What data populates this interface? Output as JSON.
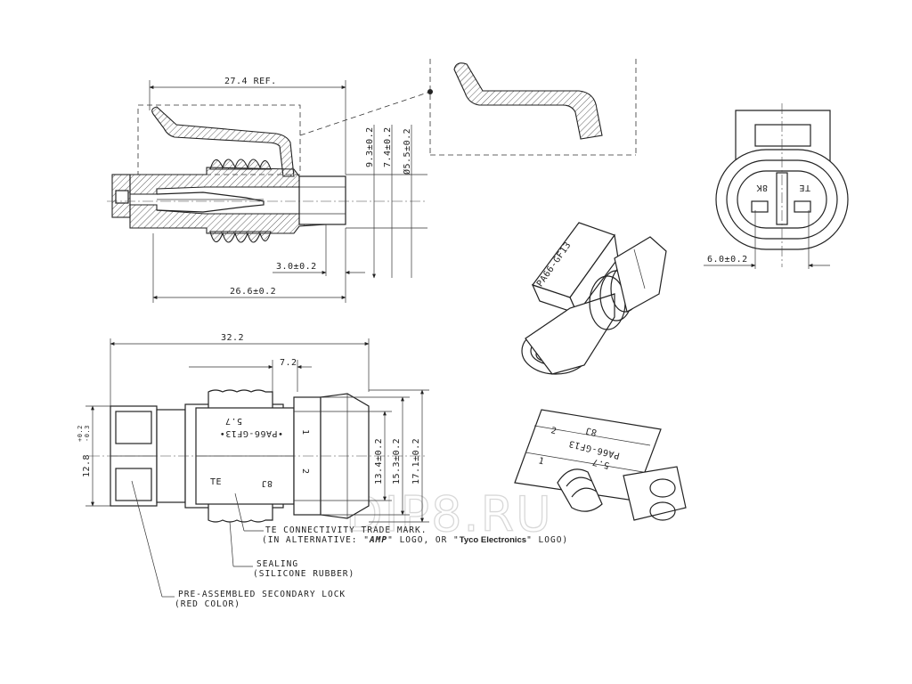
{
  "dimensions": {
    "ref_length": "27.4 REF.",
    "d_9_3": "9.3±0.2",
    "d_7_4": "7.4±0.2",
    "d_5_5": "Ø5.5±0.2",
    "d_3_0": "3.0±0.2",
    "d_26_6": "26.6±0.2",
    "d_6_0": "6.0±0.2",
    "d_32_2": "32.2",
    "d_7_2": "7.2",
    "d_12_8": "12.8",
    "d_12_8_tol_plus": "+0.2",
    "d_12_8_tol_minus": "-0.3",
    "d_13_4": "13.4±0.2",
    "d_15_3": "15.3±0.2",
    "d_17_1": "17.1±0.2"
  },
  "markings": {
    "part_code": "•PA66-GF13•",
    "part_code_plain": "PA66-GF13",
    "rev": "5.7",
    "cavity_1": "1",
    "cavity_2": "2",
    "code_8j": "8J",
    "code_8k": "8K",
    "brand": "TE"
  },
  "callouts": {
    "trademark_line1": "TE CONNECTIVITY TRADE MARK.",
    "trademark_line2_a": "(IN ALTERNATIVE: \"",
    "trademark_amp": "AMP",
    "trademark_line2_b": "\" LOGO, OR \"",
    "trademark_tyco": "Tyco Electronics",
    "trademark_line2_c": "\" LOGO)",
    "sealing_line1": "SEALING",
    "sealing_line2": "(SILICONE RUBBER)",
    "lock_line1": "PRE-ASSEMBLED SECONDARY LOCK",
    "lock_line2": "(RED COLOR)"
  },
  "watermark": "DIP8.RU"
}
